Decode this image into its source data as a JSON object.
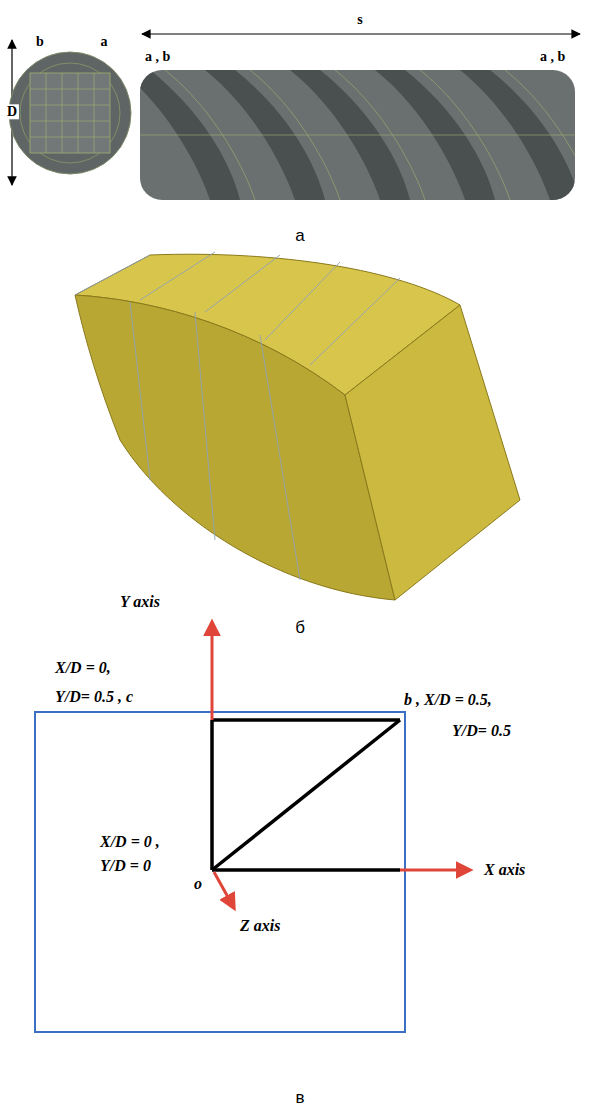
{
  "diagram": {
    "labels": [
      "D",
      "b",
      "a",
      "s",
      "a , b",
      "a , b",
      "а",
      "б",
      "Y axis",
      "X/D = 0,",
      "Y/D= 0.5 , c",
      "b , X/D = 0.5,",
      "Y/D= 0.5",
      "X/D = 0 ,",
      "Y/D = 0",
      "o",
      "X axis",
      "Z axis",
      "в"
    ]
  }
}
